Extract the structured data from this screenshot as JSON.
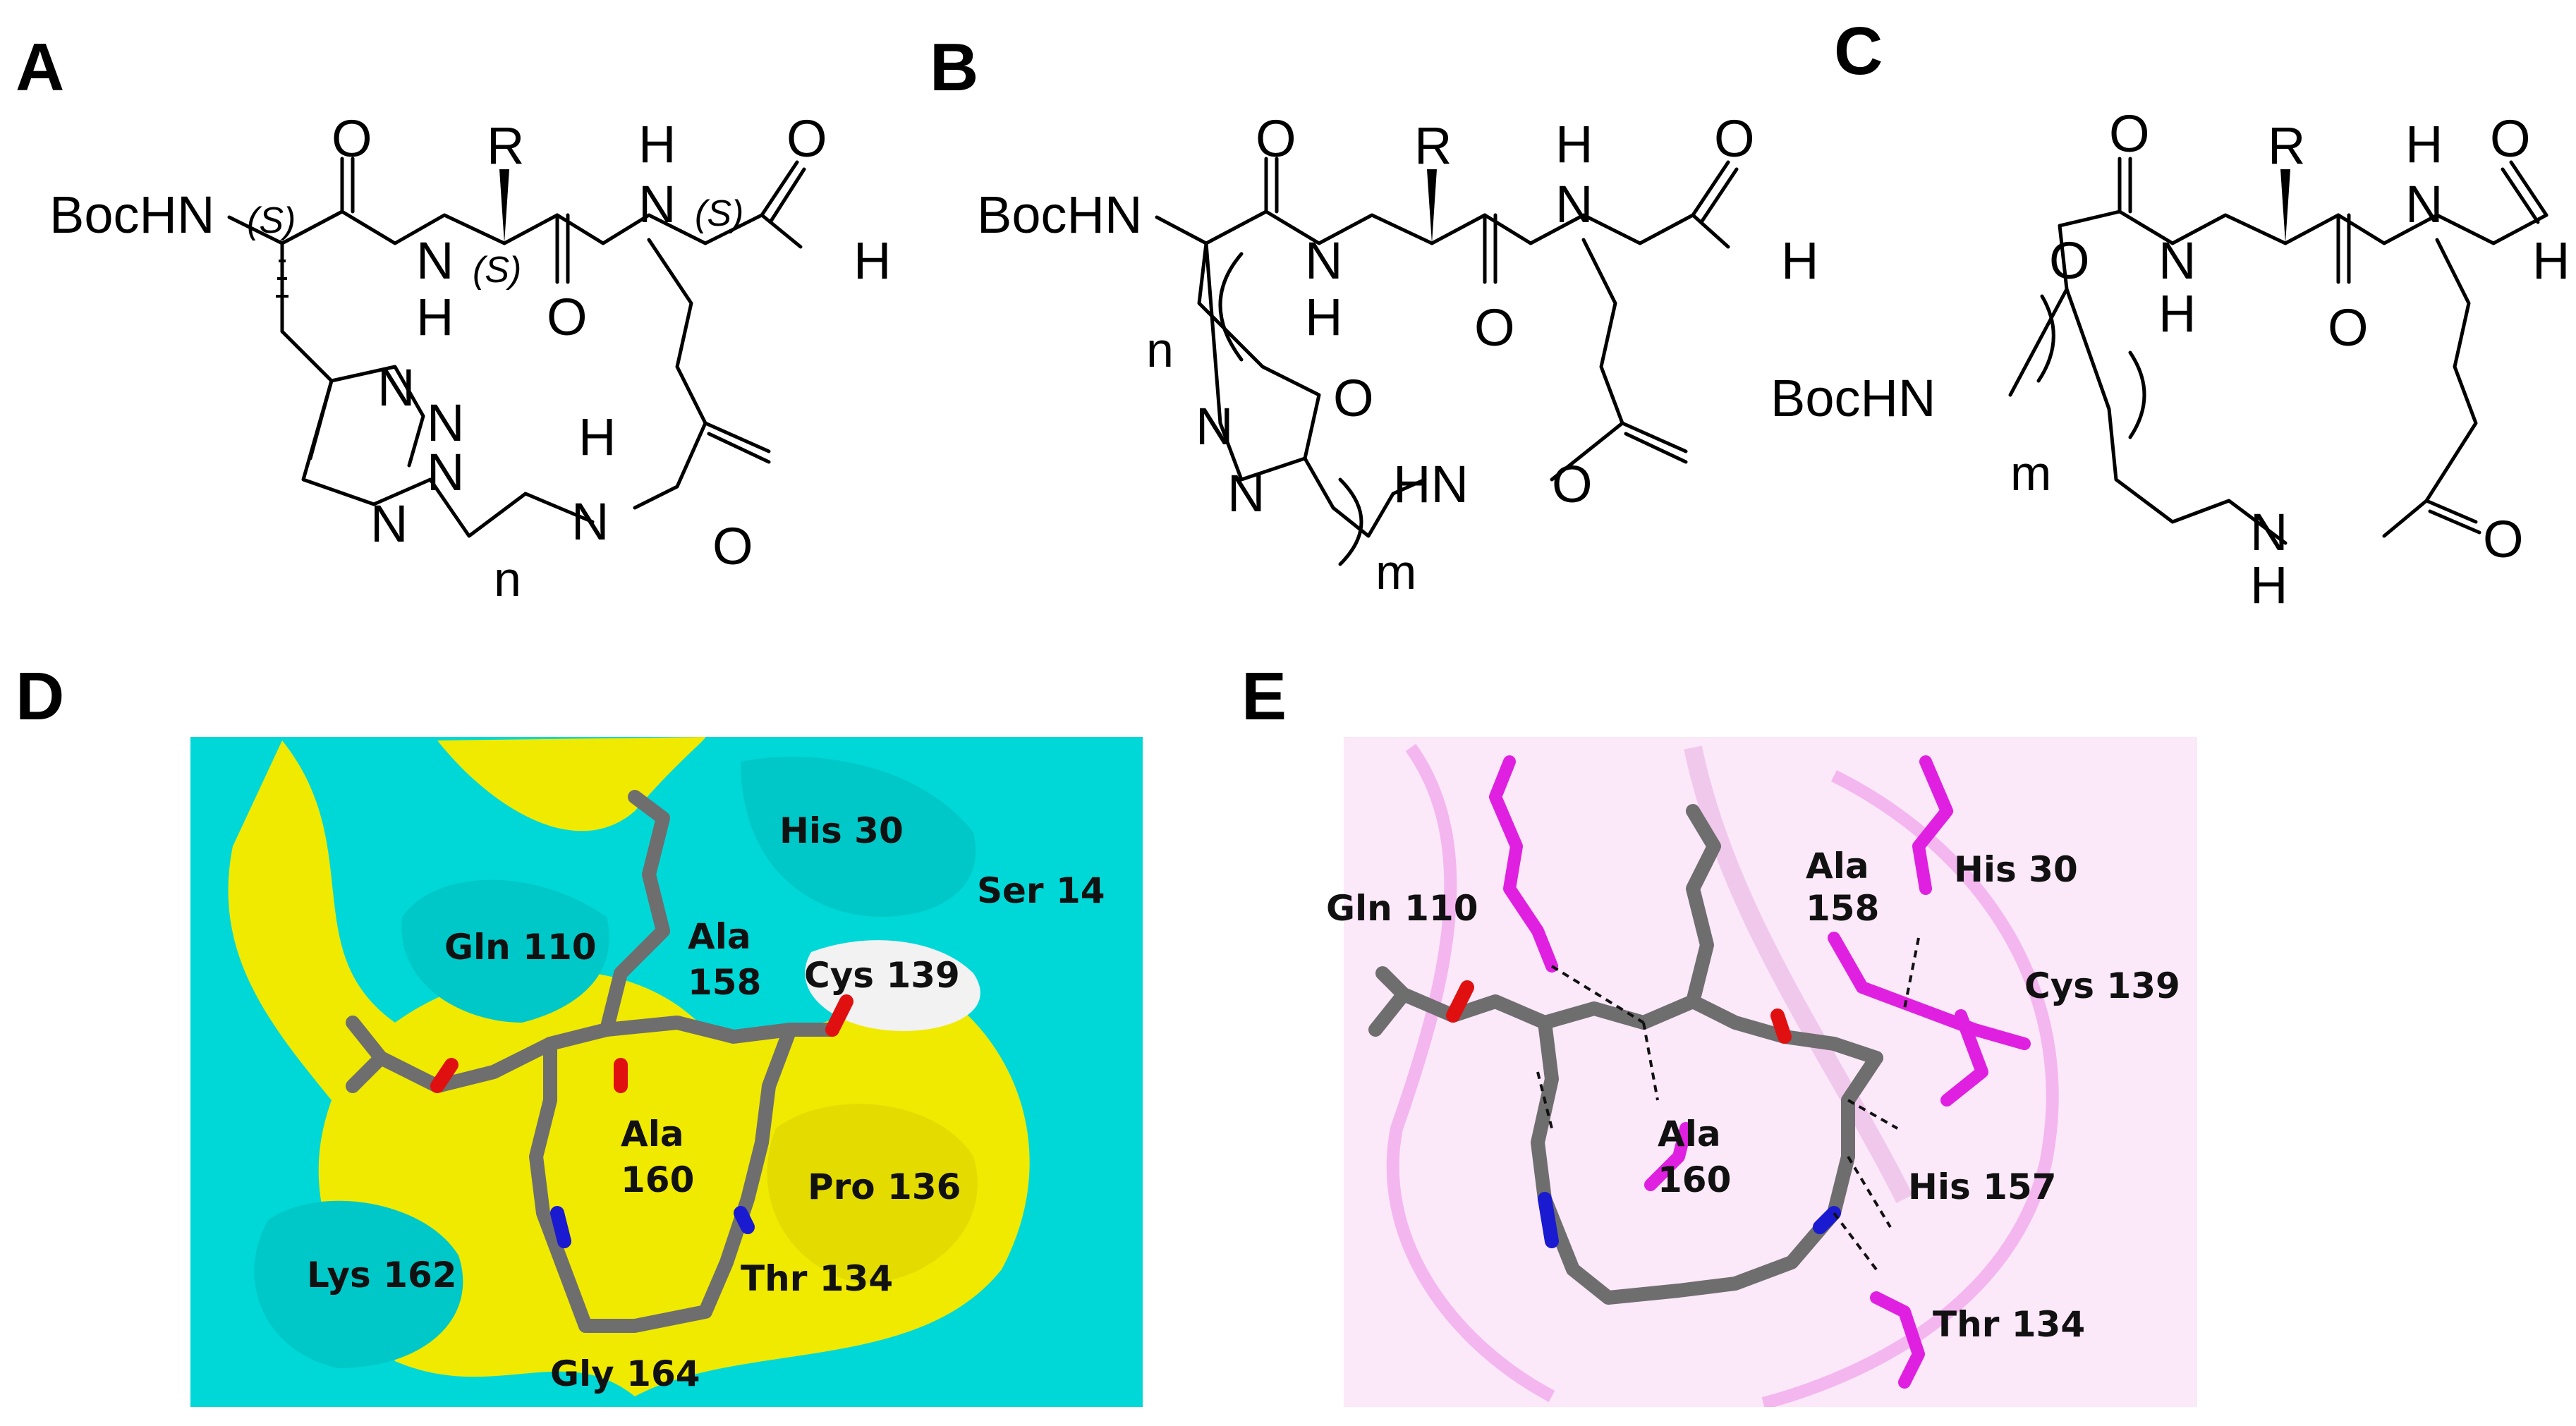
{
  "panels": {
    "a": {
      "letter": "A",
      "atoms": {
        "bochn": "BocHN",
        "s1": "(S)",
        "o1": "O",
        "r": "R",
        "nh1_n": "N",
        "nh1_h": "H",
        "s2": "(S)",
        "o2": "O",
        "nh2_h": "H",
        "nh2_n": "N",
        "s3": "(S)",
        "o3": "O",
        "h_ald": "H",
        "tri_n1": "N",
        "tri_n2": "N",
        "tri_n3": "N",
        "tri_n4": "N",
        "n_sub": "n",
        "nh3_h": "H",
        "nh3_n": "N",
        "o4": "O"
      }
    },
    "b": {
      "letter": "B",
      "atoms": {
        "bochn": "BocHN",
        "o1": "O",
        "r": "R",
        "nh1_n": "N",
        "nh1_h": "H",
        "o2": "O",
        "nh2_h": "H",
        "nh2_n": "N",
        "o3": "O",
        "h_ald": "H",
        "n_sub": "n",
        "ox_o": "O",
        "ox_n1": "N",
        "ox_n2": "N",
        "hn": "HN",
        "o4": "O",
        "m_sub": "m"
      }
    },
    "c": {
      "letter": "C",
      "atoms": {
        "o_carb": "O",
        "o_link": "O",
        "r": "R",
        "nh1_n": "N",
        "nh1_h": "H",
        "o2": "O",
        "nh2_h": "H",
        "nh2_n": "N",
        "o3": "O",
        "h_ald": "H",
        "bochn": "BocHN",
        "m_sub": "m",
        "nh3_n": "N",
        "nh3_h": "H",
        "o4": "O"
      }
    },
    "d": {
      "letter": "D",
      "residues": [
        {
          "key": "his30",
          "text": "His 30"
        },
        {
          "key": "ser14",
          "text": "Ser 14"
        },
        {
          "key": "gln110",
          "text": "Gln 110"
        },
        {
          "key": "ala158a",
          "text": "Ala"
        },
        {
          "key": "ala158b",
          "text": "158"
        },
        {
          "key": "cys139",
          "text": "Cys 139"
        },
        {
          "key": "ala160a",
          "text": "Ala"
        },
        {
          "key": "ala160b",
          "text": "160"
        },
        {
          "key": "pro136",
          "text": "Pro 136"
        },
        {
          "key": "lys162",
          "text": "Lys 162"
        },
        {
          "key": "thr134",
          "text": "Thr 134"
        },
        {
          "key": "gly164",
          "text": "Gly 164"
        }
      ],
      "colors": {
        "surface_cyan": "#00d8d8",
        "surface_yellow": "#f0ea00",
        "surface_white": "#f2f2f2",
        "ligand": "#6e6e6e"
      }
    },
    "e": {
      "letter": "E",
      "residues": [
        {
          "key": "gln110",
          "text": "Gln 110"
        },
        {
          "key": "ala158a",
          "text": "Ala"
        },
        {
          "key": "ala158b",
          "text": "158"
        },
        {
          "key": "his30",
          "text": "His 30"
        },
        {
          "key": "cys139",
          "text": "Cys 139"
        },
        {
          "key": "ala160a",
          "text": "Ala"
        },
        {
          "key": "ala160b",
          "text": "160"
        },
        {
          "key": "his157",
          "text": "His 157"
        },
        {
          "key": "thr134",
          "text": "Thr 134"
        }
      ],
      "colors": {
        "protein": "#e020e0",
        "ligand": "#6e6e6e",
        "background": "#fbe8f9"
      }
    }
  }
}
